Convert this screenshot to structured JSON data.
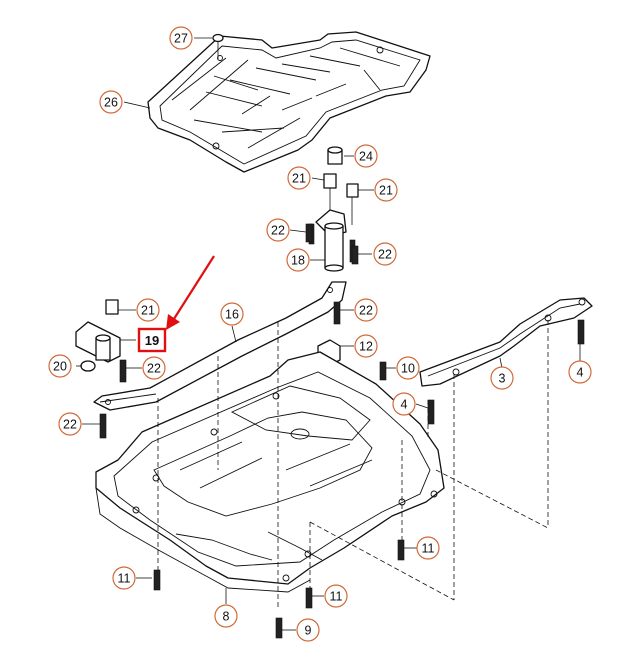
{
  "diagram": {
    "highlighted_part": "19",
    "callouts": [
      "27",
      "26",
      "24",
      "21",
      "21",
      "22",
      "18",
      "22",
      "21",
      "16",
      "22",
      "19",
      "12",
      "20",
      "22",
      "10",
      "3",
      "4",
      "4",
      "22",
      "11",
      "11",
      "11",
      "8",
      "9"
    ],
    "colors": {
      "callout_border": "#d06a3a",
      "highlight": "#e01010",
      "line": "#111111"
    }
  }
}
